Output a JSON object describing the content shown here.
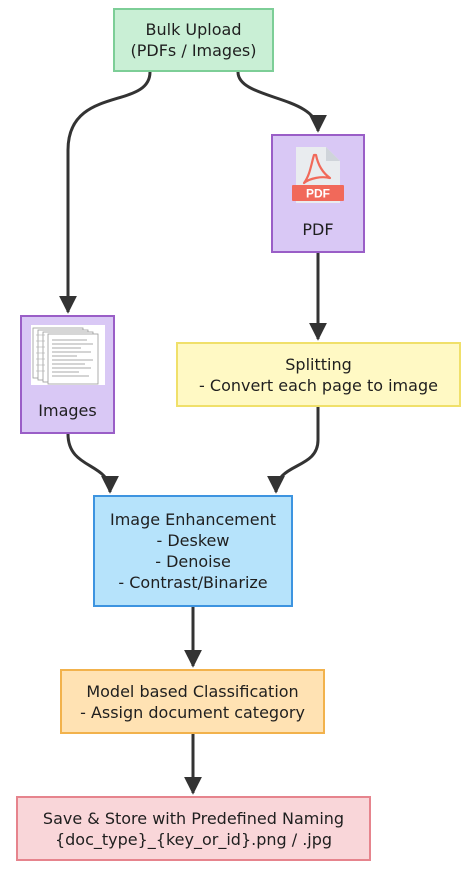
{
  "nodes": {
    "bulk_upload": {
      "line1": "Bulk Upload",
      "line2": "(PDFs / Images)",
      "fill": "#c9efd5",
      "stroke": "#7dce97"
    },
    "pdf": {
      "label": "PDF",
      "icon": "pdf-file-icon",
      "icon_text": "PDF",
      "fill": "#d9c8f5",
      "stroke": "#9a5ec7"
    },
    "images": {
      "label": "Images",
      "icon": "scanned-documents-image",
      "fill": "#d9c8f5",
      "stroke": "#9a5ec7"
    },
    "splitting": {
      "line1": "Splitting",
      "line2": "- Convert each page to image",
      "fill": "#fff9c4",
      "stroke": "#f0e06a"
    },
    "enhancement": {
      "line1": "Image Enhancement",
      "line2": "- Deskew",
      "line3": "- Denoise",
      "line4": "- Contrast/Binarize",
      "fill": "#b6e3fb",
      "stroke": "#3d94e0"
    },
    "classification": {
      "line1": "Model based Classification",
      "line2": "- Assign document category",
      "fill": "#ffe2b3",
      "stroke": "#f2b24c"
    },
    "save": {
      "line1": "Save & Store with Predefined Naming",
      "line2": "{doc_type}_{key_or_id}.png / .jpg",
      "fill": "#f9d6d9",
      "stroke": "#e6848d"
    }
  },
  "edges": [
    {
      "from": "bulk_upload",
      "to": "images"
    },
    {
      "from": "bulk_upload",
      "to": "pdf"
    },
    {
      "from": "pdf",
      "to": "splitting"
    },
    {
      "from": "images",
      "to": "enhancement"
    },
    {
      "from": "splitting",
      "to": "enhancement"
    },
    {
      "from": "enhancement",
      "to": "classification"
    },
    {
      "from": "classification",
      "to": "save"
    }
  ],
  "colors": {
    "edge": "#333333",
    "pdf_badge": "#f1695a",
    "pdf_page": "#e9ecef"
  }
}
